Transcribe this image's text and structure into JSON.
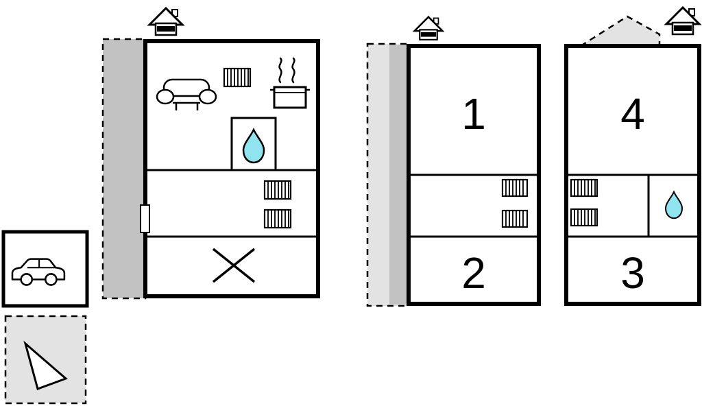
{
  "diagram": {
    "type": "floor-plan",
    "room_labels": {
      "room1": "1",
      "room2": "2",
      "room3": "3",
      "room4": "4"
    },
    "icons": {
      "chimney": "chimney-icon",
      "sofa": "sofa-icon",
      "radiator": "radiator-icon",
      "stove": "stove-pot-icon",
      "water": "water-drop-icon",
      "cross": "cross-mark-icon",
      "car": "car-icon",
      "pointer": "north-arrow-icon"
    },
    "colors": {
      "wall": "#000000",
      "water_drop": "#90e4f0",
      "terrace_dark": "#c2c2c2",
      "terrace_light": "#e3e3e3",
      "background": "#ffffff"
    }
  }
}
